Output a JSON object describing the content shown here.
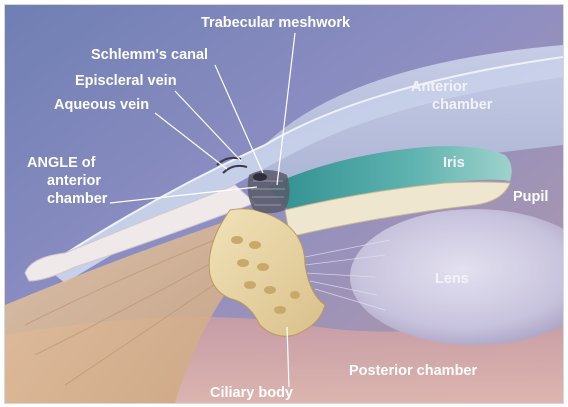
{
  "labels": {
    "trabecular_meshwork": "Trabecular meshwork",
    "schlemms_canal": "Schlemm's canal",
    "episcleral_vein": "Episcleral vein",
    "aqueous_vein": "Aqueous vein",
    "angle_line1": "ANGLE of",
    "angle_line2": "anterior",
    "angle_line3": "chamber",
    "anterior_chamber_line1": "Anterior",
    "anterior_chamber_line2": "chamber",
    "iris": "Iris",
    "pupil": "Pupil",
    "lens": "Lens",
    "ciliary_body": "Ciliary body",
    "posterior_chamber": "Posterior chamber"
  }
}
